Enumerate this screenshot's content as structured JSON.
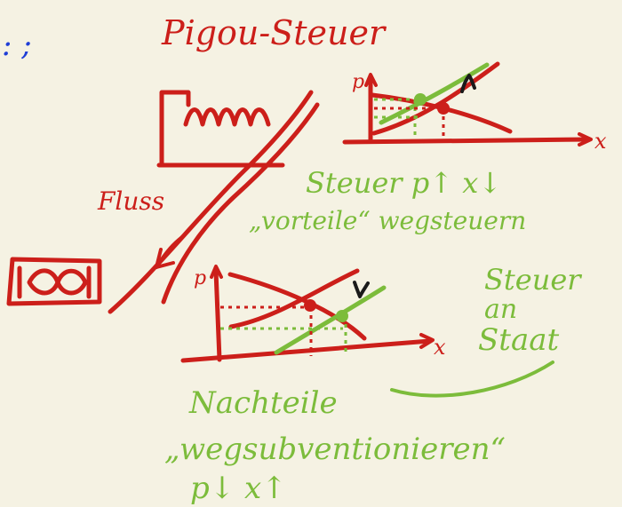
{
  "colors": {
    "background": "#f5f2e3",
    "red": "#cc1f1a",
    "green": "#7cbc3b",
    "blue": "#1f3ed6",
    "dark": "#1a1a1a"
  },
  "labels": {
    "fragment": ": ;",
    "title": "Pigou-Steuer",
    "factory_flow": "Fluss",
    "top_axis_p": "p",
    "top_axis_x": "x",
    "top_note_1": "Steuer p↑ x↓",
    "top_note_2": "„vorteile“ wegsteuern",
    "bottom_axis_p": "p",
    "bottom_axis_x": "x",
    "side_note_1": "Steuer",
    "side_note_2": "an",
    "side_note_3": "Staat",
    "bottom_note_1": "Nachteile",
    "bottom_note_2": "„wegsubventionieren“",
    "bottom_note_3": "p↓ x↑"
  }
}
